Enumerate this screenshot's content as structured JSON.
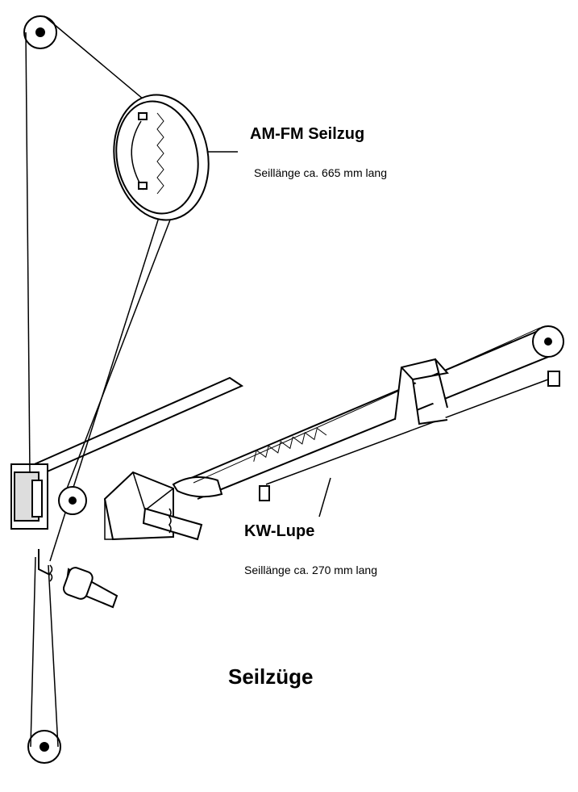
{
  "labels": {
    "amfm_title": "AM-FM Seilzug",
    "amfm_length": "Seillänge ca. 665 mm lang",
    "kw_title": "KW-Lupe",
    "kw_length": "Seillänge ca. 270 mm lang",
    "main_title": "Seilzüge"
  }
}
